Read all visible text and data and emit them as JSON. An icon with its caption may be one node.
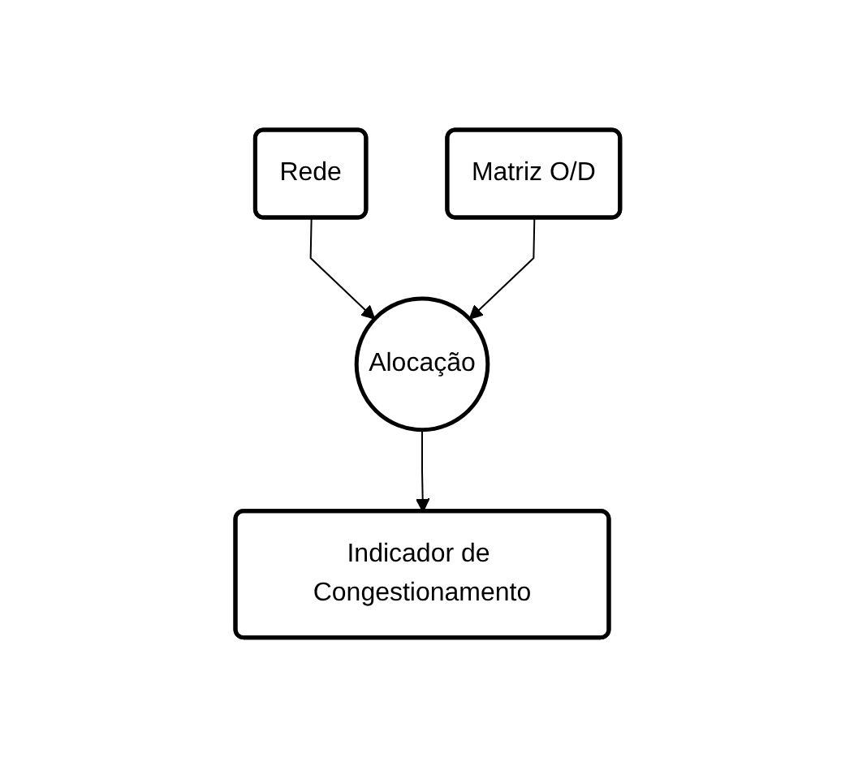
{
  "diagram": {
    "nodes": [
      {
        "text": [
          "Rede"
        ]
      },
      {
        "text": [
          "Matriz O/D"
        ]
      },
      {
        "text": [
          "Alocação"
        ]
      },
      {
        "text": [
          "Indicador de Congestionamento"
        ]
      }
    ],
    "edges": [
      {
        "from": 0,
        "to": 2,
        "arrow": "to"
      },
      {
        "from": 1,
        "to": 2,
        "arrow": "to"
      },
      {
        "from": 2,
        "to": 3,
        "arrow": "to"
      }
    ]
  }
}
